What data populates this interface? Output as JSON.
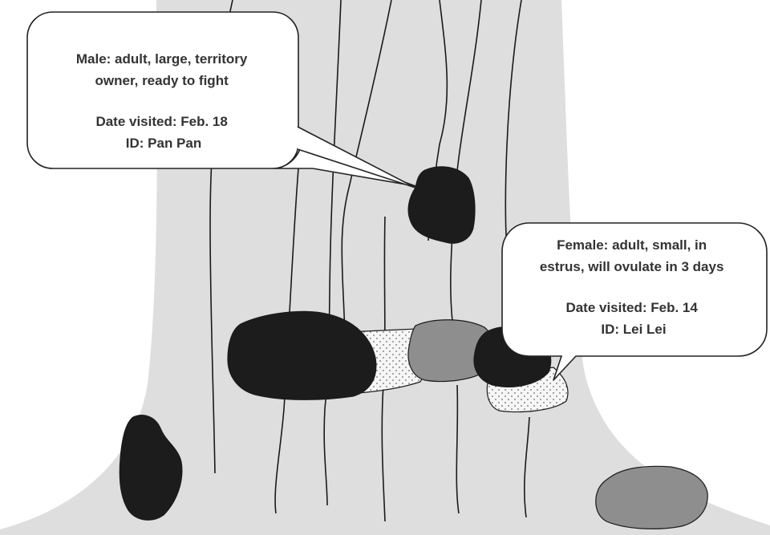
{
  "male_bubble": {
    "lines": [
      "Male: adult, large, territory",
      "owner, ready to fight",
      "",
      "Date visited: Feb. 18",
      "ID: Pan Pan"
    ]
  },
  "female_bubble": {
    "lines": [
      "Female: adult, small, in",
      "estrus, will ovulate in 3 days",
      "",
      "Date visited: Feb. 14",
      "ID: Lei Lei"
    ]
  },
  "colors": {
    "trunk": "#dedede",
    "bark_lines": "#1a1a1a",
    "male_mark": "#1c1c1c",
    "female_mark_gray": "#8e8e8e",
    "dotted_mark": "#f4f4f4",
    "bubble_fill": "#ffffff"
  }
}
